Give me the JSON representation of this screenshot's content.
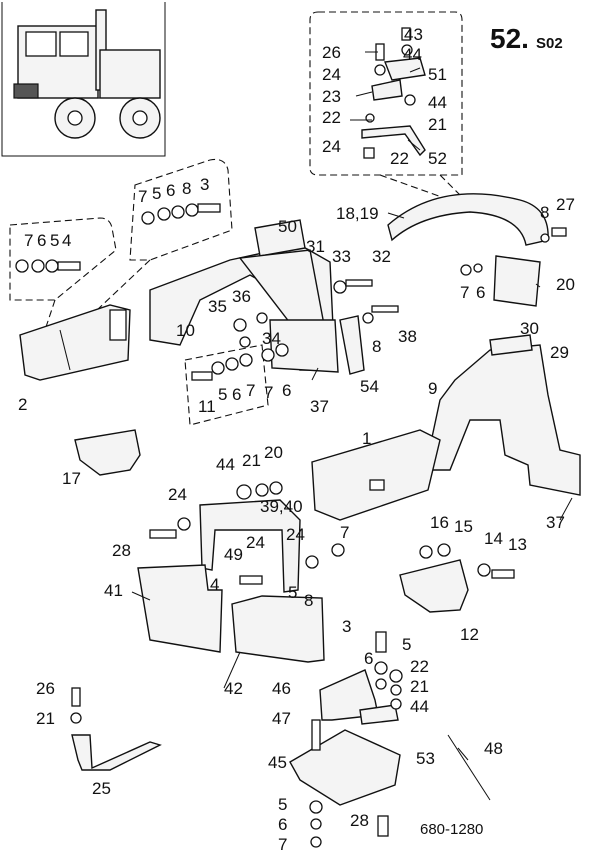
{
  "header": {
    "page_number": "52.",
    "section": "S02"
  },
  "drawing_code": "680-1280",
  "callouts": [
    {
      "id": "c43",
      "text": "43"
    },
    {
      "id": "c26a",
      "text": "26"
    },
    {
      "id": "c44a",
      "text": "44"
    },
    {
      "id": "c24a",
      "text": "24"
    },
    {
      "id": "c51",
      "text": "51"
    },
    {
      "id": "c23",
      "text": "23"
    },
    {
      "id": "c44b",
      "text": "44"
    },
    {
      "id": "c22a",
      "text": "22"
    },
    {
      "id": "c21a",
      "text": "21"
    },
    {
      "id": "c24b",
      "text": "24"
    },
    {
      "id": "c22b",
      "text": "22"
    },
    {
      "id": "c52",
      "text": "52"
    },
    {
      "id": "c1819",
      "text": "18,19"
    },
    {
      "id": "c8a",
      "text": "8"
    },
    {
      "id": "c27",
      "text": "27"
    },
    {
      "id": "c7a",
      "text": "7"
    },
    {
      "id": "c5a",
      "text": "5"
    },
    {
      "id": "c6a",
      "text": "6"
    },
    {
      "id": "c8b",
      "text": "8"
    },
    {
      "id": "c3a",
      "text": "3"
    },
    {
      "id": "c7b",
      "text": "7"
    },
    {
      "id": "c6b",
      "text": "6"
    },
    {
      "id": "c5b",
      "text": "5"
    },
    {
      "id": "c4a",
      "text": "4"
    },
    {
      "id": "c50",
      "text": "50"
    },
    {
      "id": "c31",
      "text": "31"
    },
    {
      "id": "c33",
      "text": "33"
    },
    {
      "id": "c32",
      "text": "32"
    },
    {
      "id": "c7c",
      "text": "7"
    },
    {
      "id": "c6c",
      "text": "6"
    },
    {
      "id": "c20a",
      "text": "20"
    },
    {
      "id": "c35",
      "text": "35"
    },
    {
      "id": "c36",
      "text": "36"
    },
    {
      "id": "c10",
      "text": "10"
    },
    {
      "id": "c34",
      "text": "34"
    },
    {
      "id": "c38",
      "text": "38"
    },
    {
      "id": "c8c",
      "text": "8"
    },
    {
      "id": "c30",
      "text": "30"
    },
    {
      "id": "c29",
      "text": "29"
    },
    {
      "id": "c2",
      "text": "2"
    },
    {
      "id": "c11",
      "text": "11"
    },
    {
      "id": "c5c",
      "text": "5"
    },
    {
      "id": "c6d",
      "text": "6"
    },
    {
      "id": "c7d",
      "text": "7"
    },
    {
      "id": "c7e",
      "text": "7"
    },
    {
      "id": "c6e",
      "text": "6"
    },
    {
      "id": "c37a",
      "text": "37"
    },
    {
      "id": "c54",
      "text": "54"
    },
    {
      "id": "c9",
      "text": "9"
    },
    {
      "id": "c1",
      "text": "1"
    },
    {
      "id": "c17",
      "text": "17"
    },
    {
      "id": "c44c",
      "text": "44"
    },
    {
      "id": "c21b",
      "text": "21"
    },
    {
      "id": "c20b",
      "text": "20"
    },
    {
      "id": "c3940",
      "text": "39,40"
    },
    {
      "id": "c24c",
      "text": "24"
    },
    {
      "id": "c7f",
      "text": "7"
    },
    {
      "id": "c28a",
      "text": "28"
    },
    {
      "id": "c24d",
      "text": "24"
    },
    {
      "id": "c49",
      "text": "49"
    },
    {
      "id": "c24e",
      "text": "24"
    },
    {
      "id": "c4b",
      "text": "4"
    },
    {
      "id": "c5d",
      "text": "5"
    },
    {
      "id": "c8d",
      "text": "8"
    },
    {
      "id": "c37b",
      "text": "37"
    },
    {
      "id": "c16",
      "text": "16"
    },
    {
      "id": "c15",
      "text": "15"
    },
    {
      "id": "c14",
      "text": "14"
    },
    {
      "id": "c13",
      "text": "13"
    },
    {
      "id": "c41",
      "text": "41"
    },
    {
      "id": "c12",
      "text": "12"
    },
    {
      "id": "c3b",
      "text": "3"
    },
    {
      "id": "c5e",
      "text": "5"
    },
    {
      "id": "c6f",
      "text": "6"
    },
    {
      "id": "c22c",
      "text": "22"
    },
    {
      "id": "c21c",
      "text": "21"
    },
    {
      "id": "c44d",
      "text": "44"
    },
    {
      "id": "c42",
      "text": "42"
    },
    {
      "id": "c46",
      "text": "46"
    },
    {
      "id": "c47",
      "text": "47"
    },
    {
      "id": "c53",
      "text": "53"
    },
    {
      "id": "c48",
      "text": "48"
    },
    {
      "id": "c45",
      "text": "45"
    },
    {
      "id": "c26b",
      "text": "26"
    },
    {
      "id": "c21d",
      "text": "21"
    },
    {
      "id": "c25",
      "text": "25"
    },
    {
      "id": "c5f",
      "text": "5"
    },
    {
      "id": "c6g",
      "text": "6"
    },
    {
      "id": "c7g",
      "text": "7"
    },
    {
      "id": "c28b",
      "text": "28"
    }
  ]
}
